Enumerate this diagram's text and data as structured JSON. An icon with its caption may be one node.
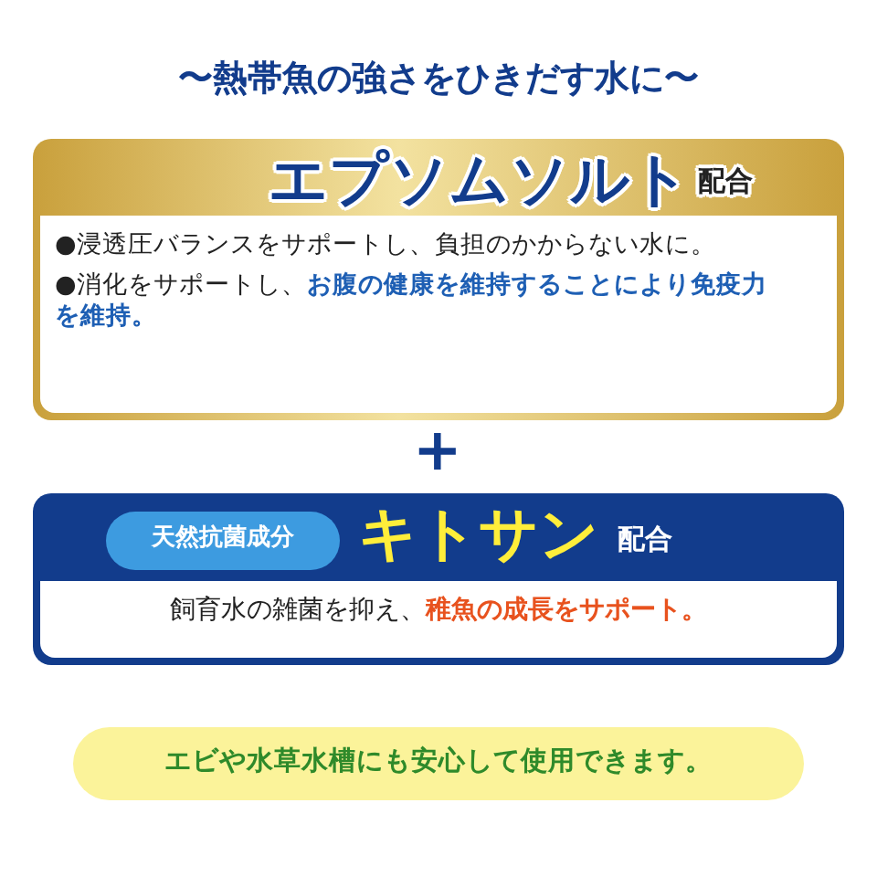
{
  "diagram": {
    "title": "〜熱帯魚の強さをひきだす水に〜",
    "nodes": [
      {
        "text": [
          "エプソムソルト",
          "配合",
          "●浸透圧バランスをサポートし、負担のかからない水に。",
          "●消化をサポートし、**お腹の健康を維持することにより免疫力を維持。**"
        ]
      },
      {
        "text": [
          "キトサン",
          "配合",
          "飼育水の雑菌を抑え、**稚魚の成長をサポート。**"
        ]
      },
      {
        "text": [
          "天然抗菌成分"
        ],
        "in": 1
      },
      {
        "text": [
          "エビや水草水槽にも安心して使用できます。"
        ]
      }
    ],
    "labels": [
      "+"
    ]
  }
}
